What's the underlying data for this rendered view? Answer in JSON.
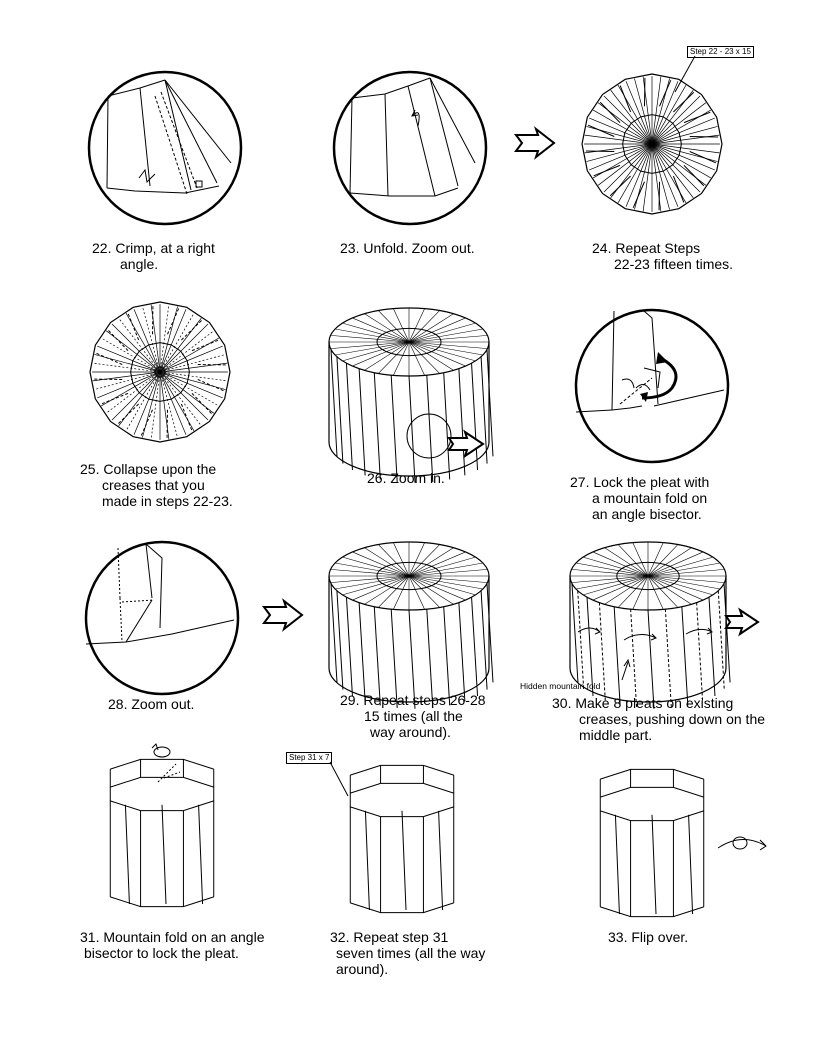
{
  "steps": [
    {
      "id": "22",
      "lines": [
        "22. Crimp, at a right",
        "angle."
      ]
    },
    {
      "id": "23",
      "lines": [
        "23. Unfold. Zoom out."
      ]
    },
    {
      "id": "24",
      "lines": [
        "24. Repeat Steps",
        "22-23 fifteen times."
      ]
    },
    {
      "id": "25",
      "lines": [
        "25. Collapse upon the",
        "creases that you",
        "made in steps 22-23."
      ]
    },
    {
      "id": "26",
      "lines": [
        "26. Zoom in."
      ]
    },
    {
      "id": "27",
      "lines": [
        "27. Lock the pleat with",
        "a mountain fold on",
        "an angle bisector."
      ]
    },
    {
      "id": "28",
      "lines": [
        "28. Zoom out."
      ]
    },
    {
      "id": "29",
      "lines": [
        "29. Repeat steps 26-28",
        "15 times (all the",
        "way around)."
      ]
    },
    {
      "id": "30",
      "lines": [
        "30. Make 8 pleats on existing",
        "creases, pushing down on the",
        "middle part."
      ]
    },
    {
      "id": "31",
      "lines": [
        "31. Mountain fold on an angle",
        "bisector to lock the pleat."
      ]
    },
    {
      "id": "32",
      "lines": [
        "32. Repeat step 31",
        "seven times (all the way",
        "around)."
      ]
    },
    {
      "id": "33",
      "lines": [
        "33. Flip over."
      ]
    }
  ],
  "tags": {
    "step24": "Step 22 - 23 x 15",
    "step32": "Step 31 x 7"
  },
  "annotations": {
    "hidden_fold": "Hidden mountain fold"
  },
  "colors": {
    "line": "#000000",
    "background": "#ffffff"
  },
  "icons": [
    "process-arrow-icon",
    "zoom-circle-icon",
    "rotate-arrow-icon",
    "flip-over-icon"
  ]
}
